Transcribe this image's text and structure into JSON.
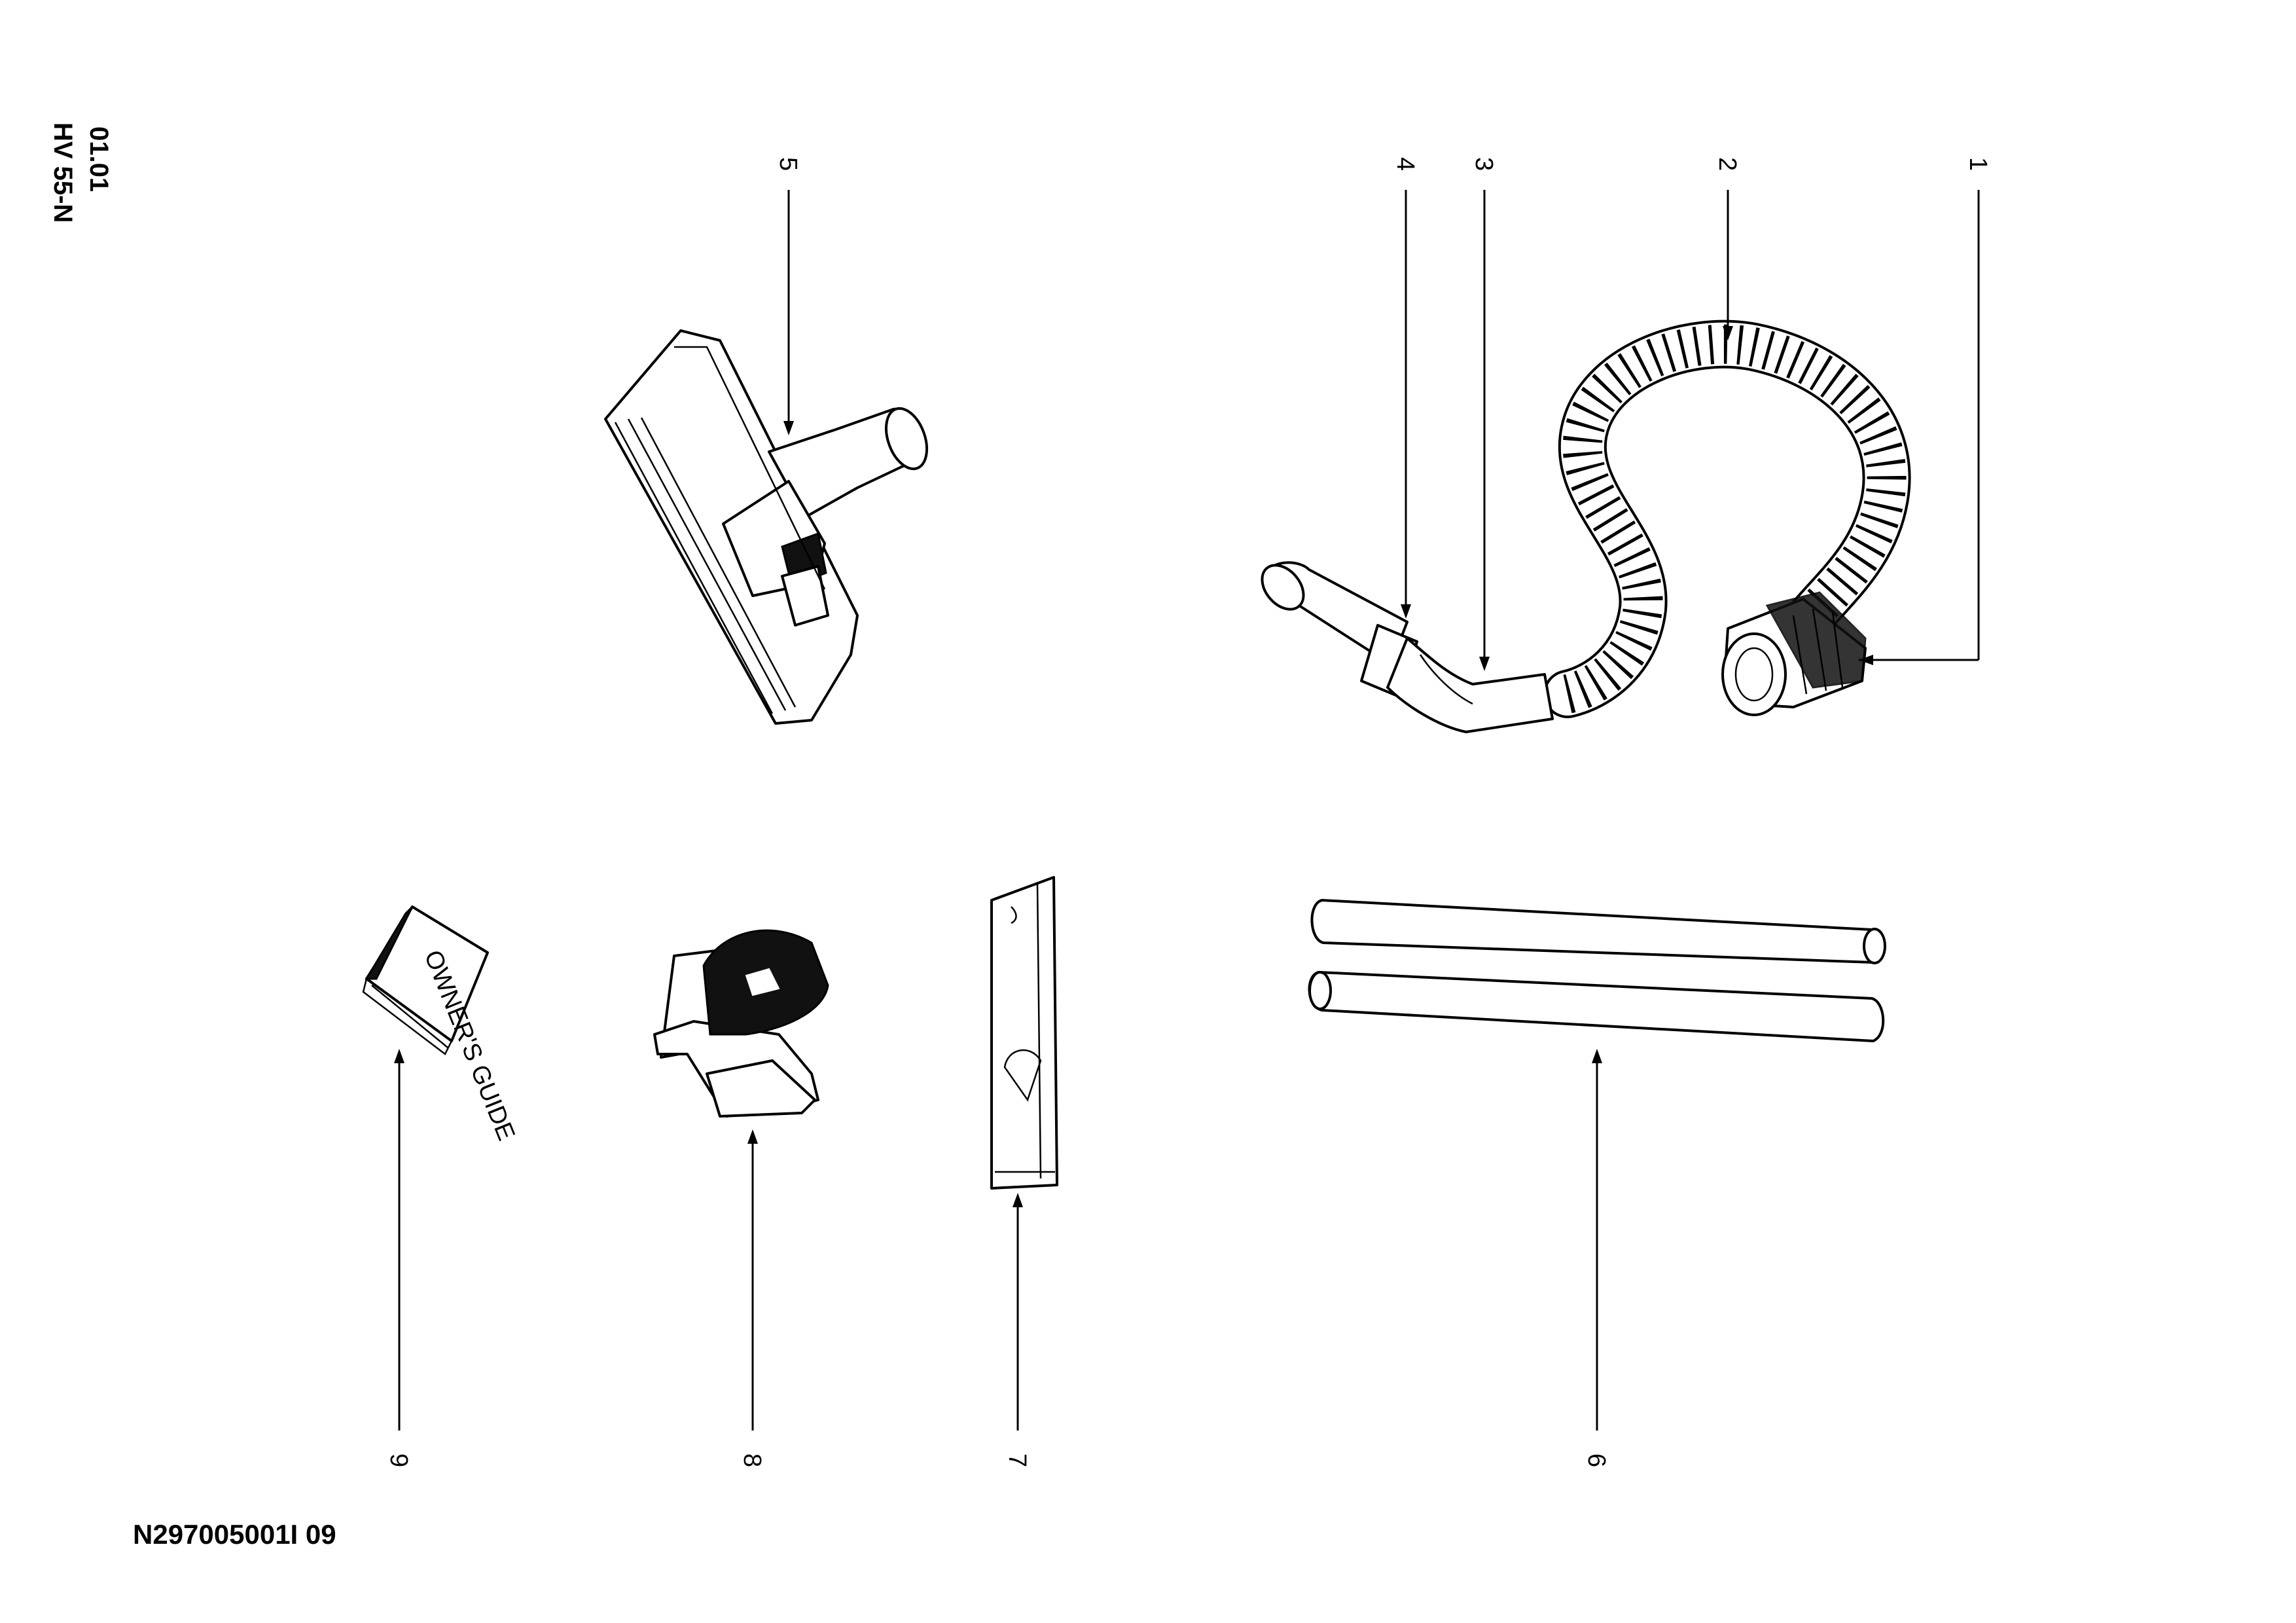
{
  "header": {
    "model": "HV 55-N",
    "date": "01.01"
  },
  "footer": {
    "doc_code": "N297005001I 09"
  },
  "callouts": [
    {
      "label": "1",
      "part": "hose-connector"
    },
    {
      "label": "2",
      "part": "flexible-hose"
    },
    {
      "label": "3",
      "part": "hose-bend"
    },
    {
      "label": "4",
      "part": "handle-tube"
    },
    {
      "label": "5",
      "part": "floor-nozzle"
    },
    {
      "label": "6",
      "part": "extension-tubes"
    },
    {
      "label": "7",
      "part": "crevice-tool"
    },
    {
      "label": "8",
      "part": "dusting-brush"
    },
    {
      "label": "9",
      "part": "owners-guide"
    }
  ],
  "guide_cover_text": "OWNER'S GUIDE",
  "colors": {
    "ink": "#000000",
    "paper": "#ffffff"
  }
}
